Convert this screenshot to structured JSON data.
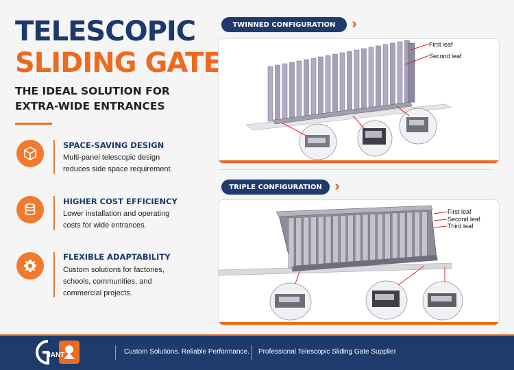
{
  "header": {
    "title_line1": "TELESCOPIC",
    "title_line2": "SLIDING GATE",
    "subtitle_line1": "THE IDEAL SOLUTION FOR",
    "subtitle_line2": "EXTRA-WIDE ENTRANCES"
  },
  "features": [
    {
      "icon": "cube-icon",
      "title": "SPACE-SAVING DESIGN",
      "line1": "Multi-panel telescopic design",
      "line2": "reduces side space requirement.",
      "line3": ""
    },
    {
      "icon": "coins-icon",
      "title": "HIGHER COST EFFICIENCY",
      "line1": "Lower installation and operating",
      "line2": "costs for wide entrances.",
      "line3": ""
    },
    {
      "icon": "gear-icon",
      "title": "FLEXIBLE ADAPTABILITY",
      "line1": "Custom solutions for factories,",
      "line2": "schools, communities, and",
      "line3": "commercial projects."
    }
  ],
  "twinned": {
    "label": "TWINNED CONFIGURATION",
    "leaf1": "First leaf",
    "leaf2": "Second leaf"
  },
  "triple": {
    "label": "TRIPLE CONFIGURATION",
    "leaf1": "First leaf",
    "leaf2": "Second leaf",
    "leaf3": "Third leaf"
  },
  "footer": {
    "logo_text": "IANT",
    "tagline": "Custom Solutions. Reliable Performance.",
    "supplier": "Professional Telescopic Sliding Gate Supplier"
  },
  "colors": {
    "navy": "#1e3b6c",
    "orange": "#ee6a1f"
  }
}
